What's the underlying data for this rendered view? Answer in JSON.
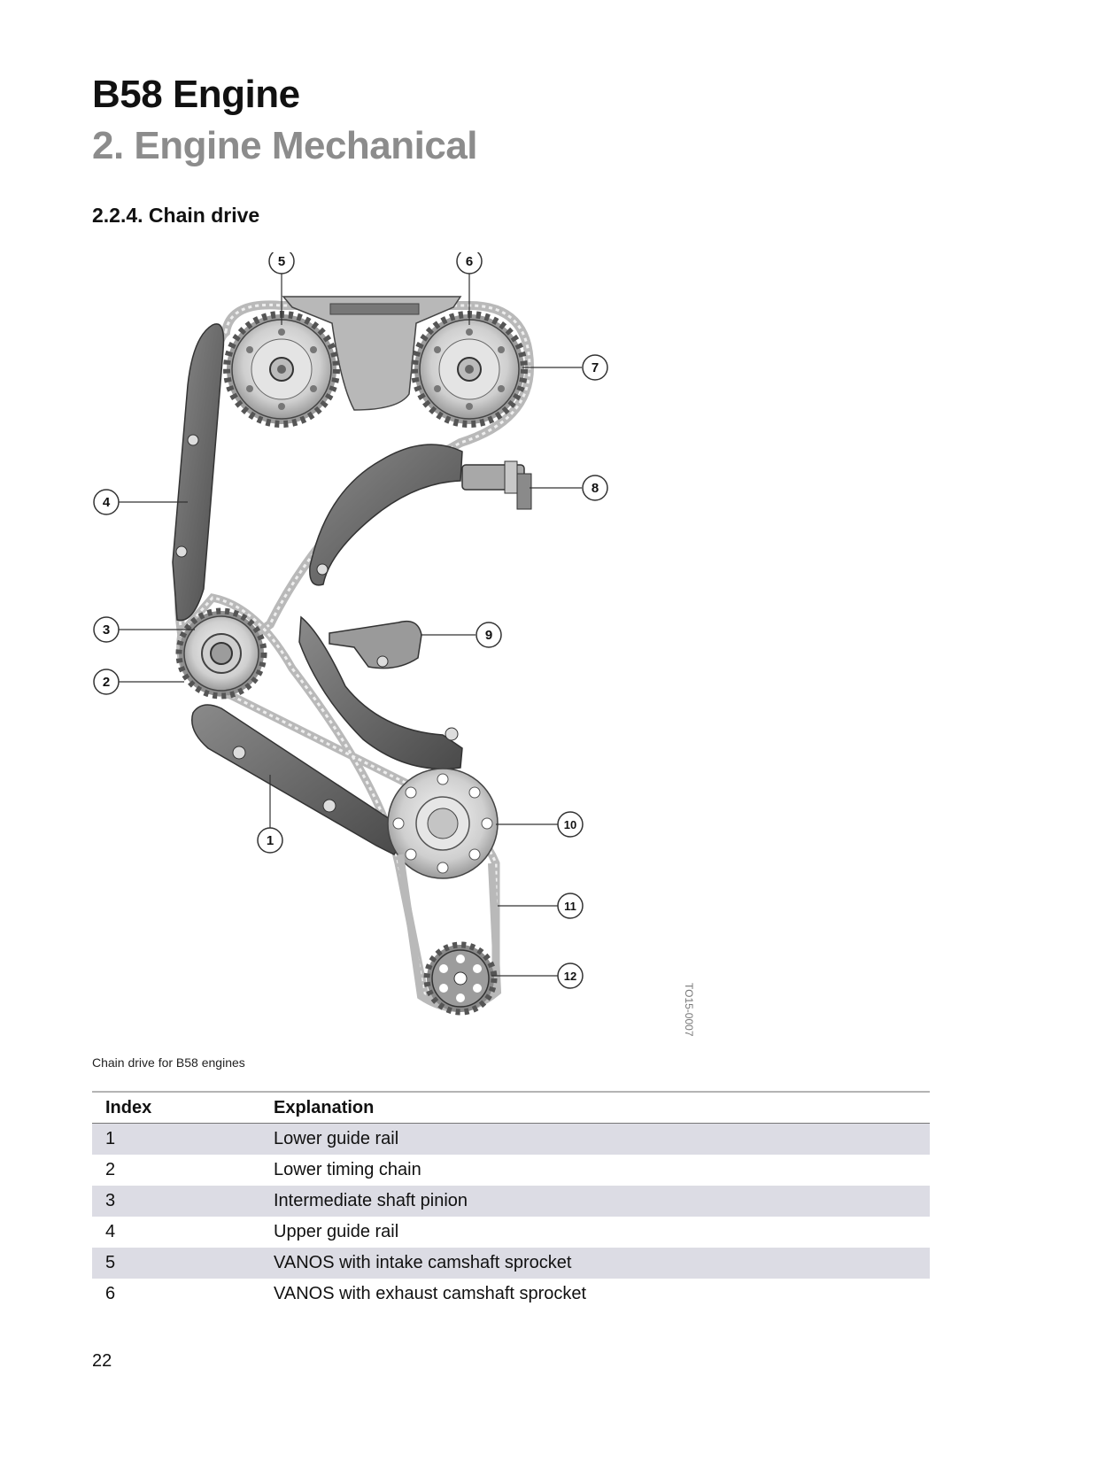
{
  "header": {
    "title": "B58 Engine",
    "chapter": "2. Engine Mechanical",
    "section": "2.2.4. Chain drive"
  },
  "figure": {
    "callouts": [
      "1",
      "2",
      "3",
      "4",
      "5",
      "6",
      "7",
      "8",
      "9",
      "10",
      "11",
      "12"
    ],
    "code": "TO15-0007",
    "caption": "Chain drive for B58 engines"
  },
  "table": {
    "headers": [
      "Index",
      "Explanation"
    ],
    "rows": [
      [
        "1",
        "Lower guide rail"
      ],
      [
        "2",
        "Lower timing chain"
      ],
      [
        "3",
        "Intermediate shaft pinion"
      ],
      [
        "4",
        "Upper guide rail"
      ],
      [
        "5",
        "VANOS with intake camshaft sprocket"
      ],
      [
        "6",
        "VANOS with exhaust camshaft sprocket"
      ]
    ]
  },
  "footer": {
    "page_number": "22"
  }
}
